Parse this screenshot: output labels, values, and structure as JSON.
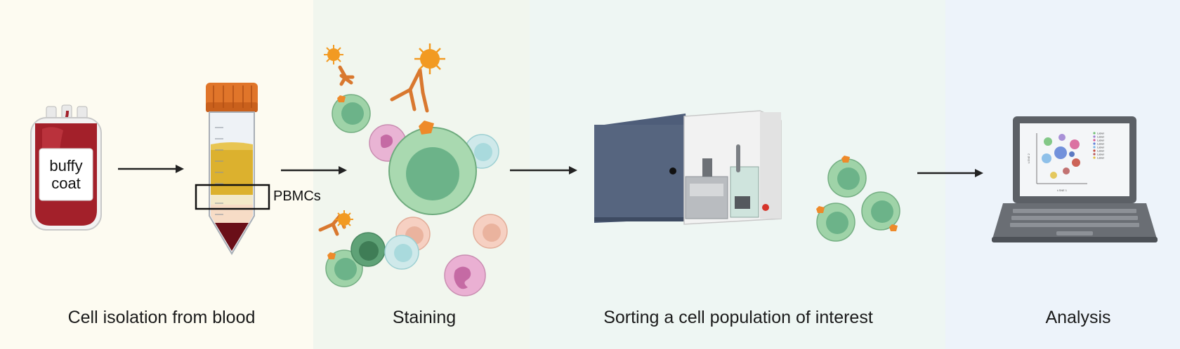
{
  "steps": [
    {
      "caption": "Cell isolation from blood"
    },
    {
      "caption": "Staining"
    },
    {
      "caption": "Sorting a cell population of interest"
    },
    {
      "caption": "Analysis"
    }
  ],
  "labels": {
    "bag_line1": "buffy",
    "bag_line2": "coat",
    "tube_layer": "PBMCs"
  },
  "laptop_plot": {
    "legend": [
      "Label",
      "Label",
      "Label",
      "Label",
      "Label",
      "Label",
      "Label",
      "Label"
    ],
    "x_axis": "t-SNE 1",
    "y_axis": "t-SNE 2"
  },
  "colors": {
    "panel_isolation": "#fdfbf1",
    "panel_staining": "#f1f6ee",
    "panel_sorting": "#eef6f3",
    "panel_analysis": "#edf3fa",
    "blood": "#a3202a",
    "tube_cap": "#e0752a",
    "plasma": "#dcb12e",
    "pbmc_layer": "#f3e9c8",
    "cell_green": "#9fd3a8",
    "cell_nucleus": "#6cb389",
    "fluorophore": "#f29a22",
    "antibody": "#d9782f",
    "epitope": "#ee8a2a",
    "cytometer_dark": "#4e5d79",
    "laptop": "#5c6066",
    "arrow": "#222222"
  },
  "icons": [
    "blood-bag-icon",
    "centrifuge-tube-icon",
    "cell-sorter-icon",
    "laptop-icon",
    "antibody-icon",
    "fluorophore-icon"
  ]
}
